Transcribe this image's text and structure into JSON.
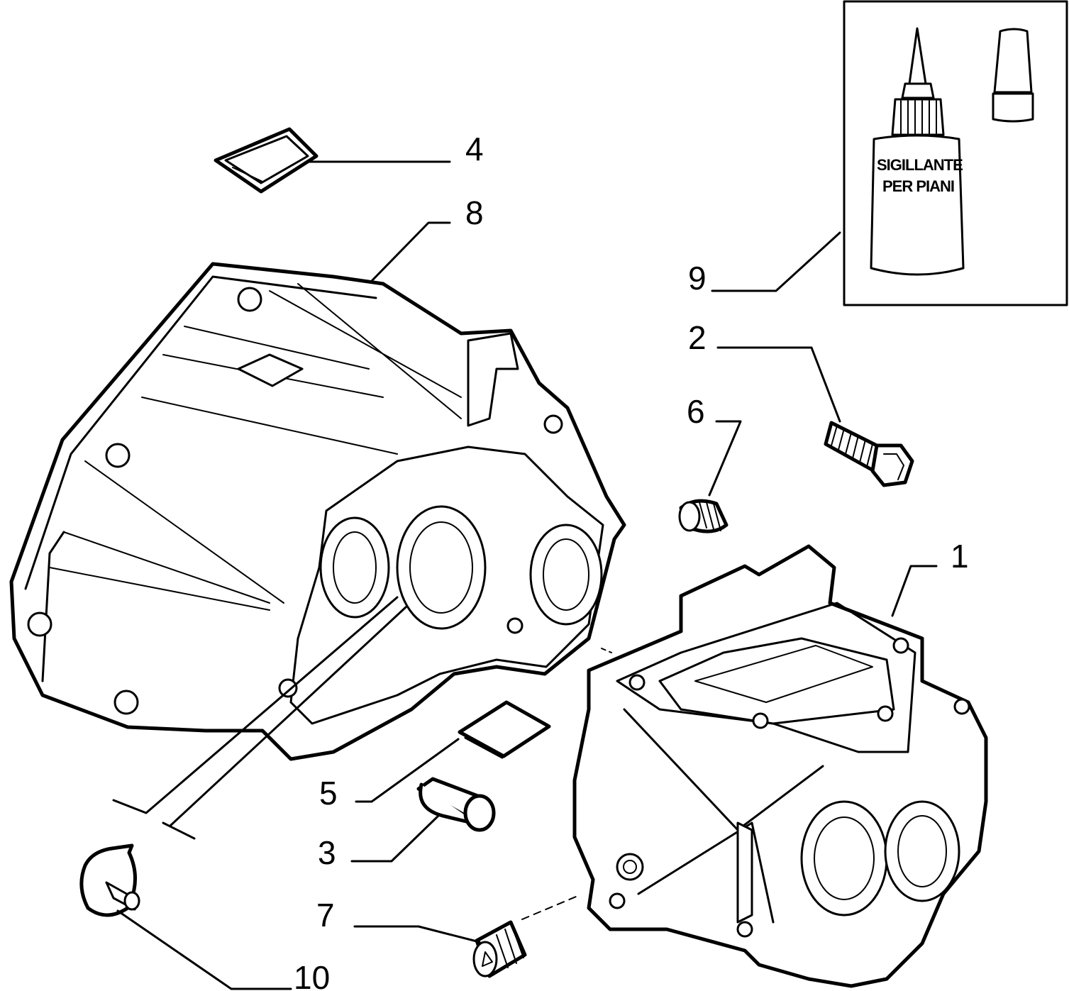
{
  "diagram": {
    "callouts": [
      {
        "id": "1",
        "label": "1"
      },
      {
        "id": "2",
        "label": "2"
      },
      {
        "id": "3",
        "label": "3"
      },
      {
        "id": "4",
        "label": "4"
      },
      {
        "id": "5",
        "label": "5"
      },
      {
        "id": "6",
        "label": "6"
      },
      {
        "id": "7",
        "label": "7"
      },
      {
        "id": "8",
        "label": "8"
      },
      {
        "id": "9",
        "label": "9"
      },
      {
        "id": "10",
        "label": "10"
      }
    ],
    "bottle_label": {
      "line1": "SIGILLANTE",
      "line2": "PER PIANI"
    }
  }
}
